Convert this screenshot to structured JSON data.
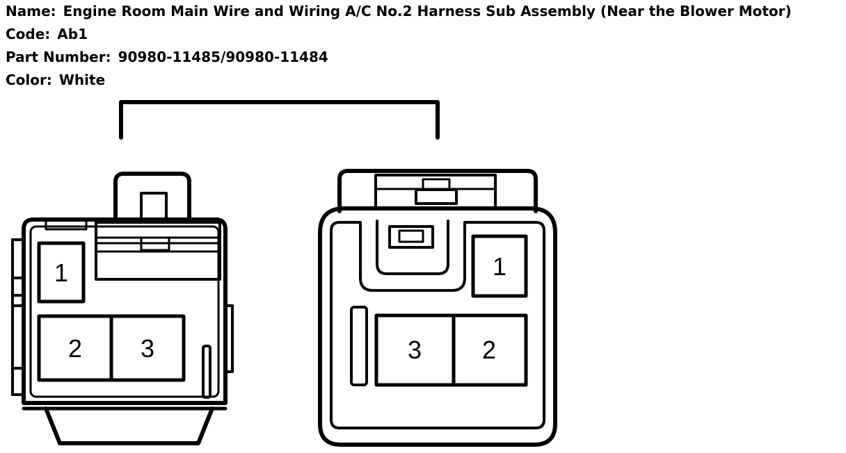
{
  "header": {
    "name_label": "Name:",
    "name_value": "Engine Room Main Wire and Wiring A/C No.2 Harness Sub Assembly (Near the Blower Motor)",
    "code_label": "Code:",
    "code_value": "Ab1",
    "part_label": "Part Number:",
    "part_value": "90980-11485/90980-11484",
    "color_label": "Color:",
    "color_value": "White"
  },
  "connectors": {
    "left": {
      "pins": [
        "1",
        "2",
        "3"
      ]
    },
    "right": {
      "pins": [
        "1",
        "3",
        "2"
      ]
    }
  },
  "colors": {
    "line": "#000000",
    "background": "#ffffff"
  }
}
